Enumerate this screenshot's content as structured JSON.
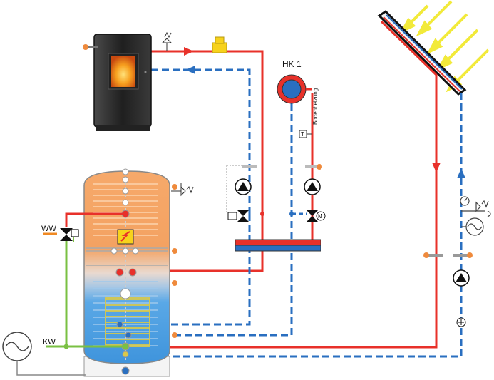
{
  "labels": {
    "hk1": "HK 1",
    "bodenheizung": "Bodenheizung",
    "ww": "WW",
    "kw": "KW",
    "thermostat": "T",
    "motor": "M"
  },
  "colors": {
    "hot_line": "#e8312a",
    "cold_line": "#2a6fc0",
    "potable_line": "#7ac043",
    "ww_line": "#f08a24",
    "sensor_dot": "#ef8a3c",
    "tank_top": "#f6a96a",
    "tank_bottom": "#5aa8e6",
    "stove_body": "#2b2b2b",
    "fire": "#f07a1c"
  },
  "icons": [
    "pellet-stove-icon",
    "solar-collector-icon",
    "sun-rays-icon",
    "pump-icon",
    "three-way-valve-icon",
    "motor-valve-icon",
    "safety-valve-icon",
    "expansion-vessel-icon",
    "heating-circuit-icon",
    "flow-meter-icon",
    "electric-heater-icon"
  ]
}
